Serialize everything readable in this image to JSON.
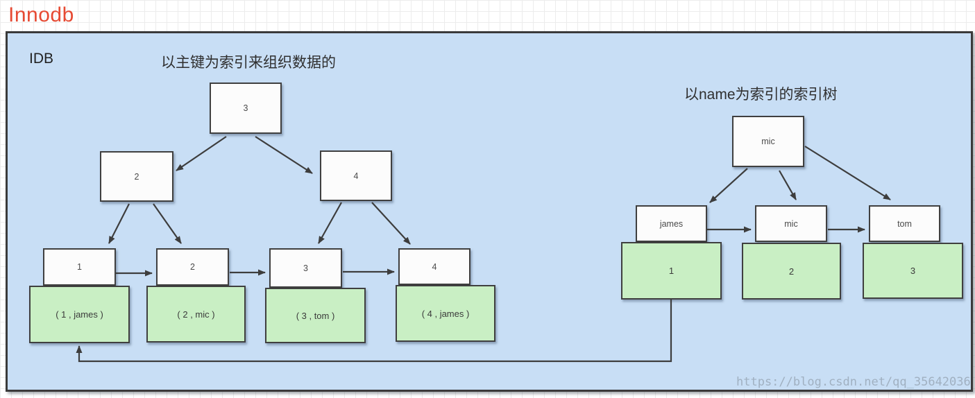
{
  "title": "Innodb",
  "watermark": "https://blog.csdn.net/qq_35642036",
  "panel_label": "IDB",
  "primary_tree": {
    "title": "以主键为索引来组织数据的",
    "root": "3",
    "internal_nodes": [
      "2",
      "4"
    ],
    "leaf_keys": [
      "1",
      "2",
      "3",
      "4"
    ],
    "leaf_records": [
      "( 1 , james )",
      "( 2 , mic )",
      "( 3 , tom )",
      "( 4 , james )"
    ]
  },
  "secondary_tree": {
    "title": "以name为索引的索引树",
    "root": "mic",
    "leaf_keys": [
      "james",
      "mic",
      "tom"
    ],
    "leaf_records": [
      "1",
      "2",
      "3"
    ]
  },
  "colors": {
    "accent_title": "#e64a33",
    "panel_bg": "#c8def5",
    "node_bg": "#fcfcfc",
    "record_bg": "#c9efc4",
    "line": "#3d3d3d",
    "grid": "#ececec",
    "watermark": "#9aa9b8"
  }
}
